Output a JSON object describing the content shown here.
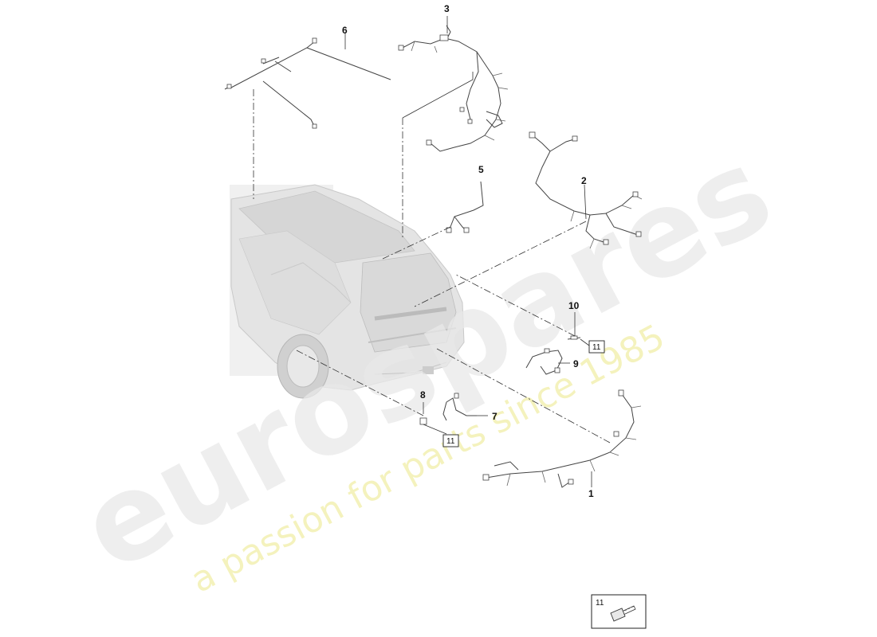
{
  "watermark": {
    "brand": "eurospares",
    "slogan": "a passion for parts since 1985"
  },
  "callouts": [
    {
      "id": "callout-1",
      "label": "1"
    },
    {
      "id": "callout-2",
      "label": "2"
    },
    {
      "id": "callout-3",
      "label": "3"
    },
    {
      "id": "callout-5",
      "label": "5"
    },
    {
      "id": "callout-6",
      "label": "6"
    },
    {
      "id": "callout-7",
      "label": "7"
    },
    {
      "id": "callout-8",
      "label": "8"
    },
    {
      "id": "callout-9",
      "label": "9"
    },
    {
      "id": "callout-10",
      "label": "10"
    }
  ],
  "ref_boxes": {
    "box_a": "11",
    "box_b": "11",
    "legend": "11"
  },
  "colors": {
    "line": "#333333",
    "car_fill": "#e6e6e6",
    "watermark_grey": "#e9e9e9",
    "watermark_yellow": "#f3f0b2"
  }
}
